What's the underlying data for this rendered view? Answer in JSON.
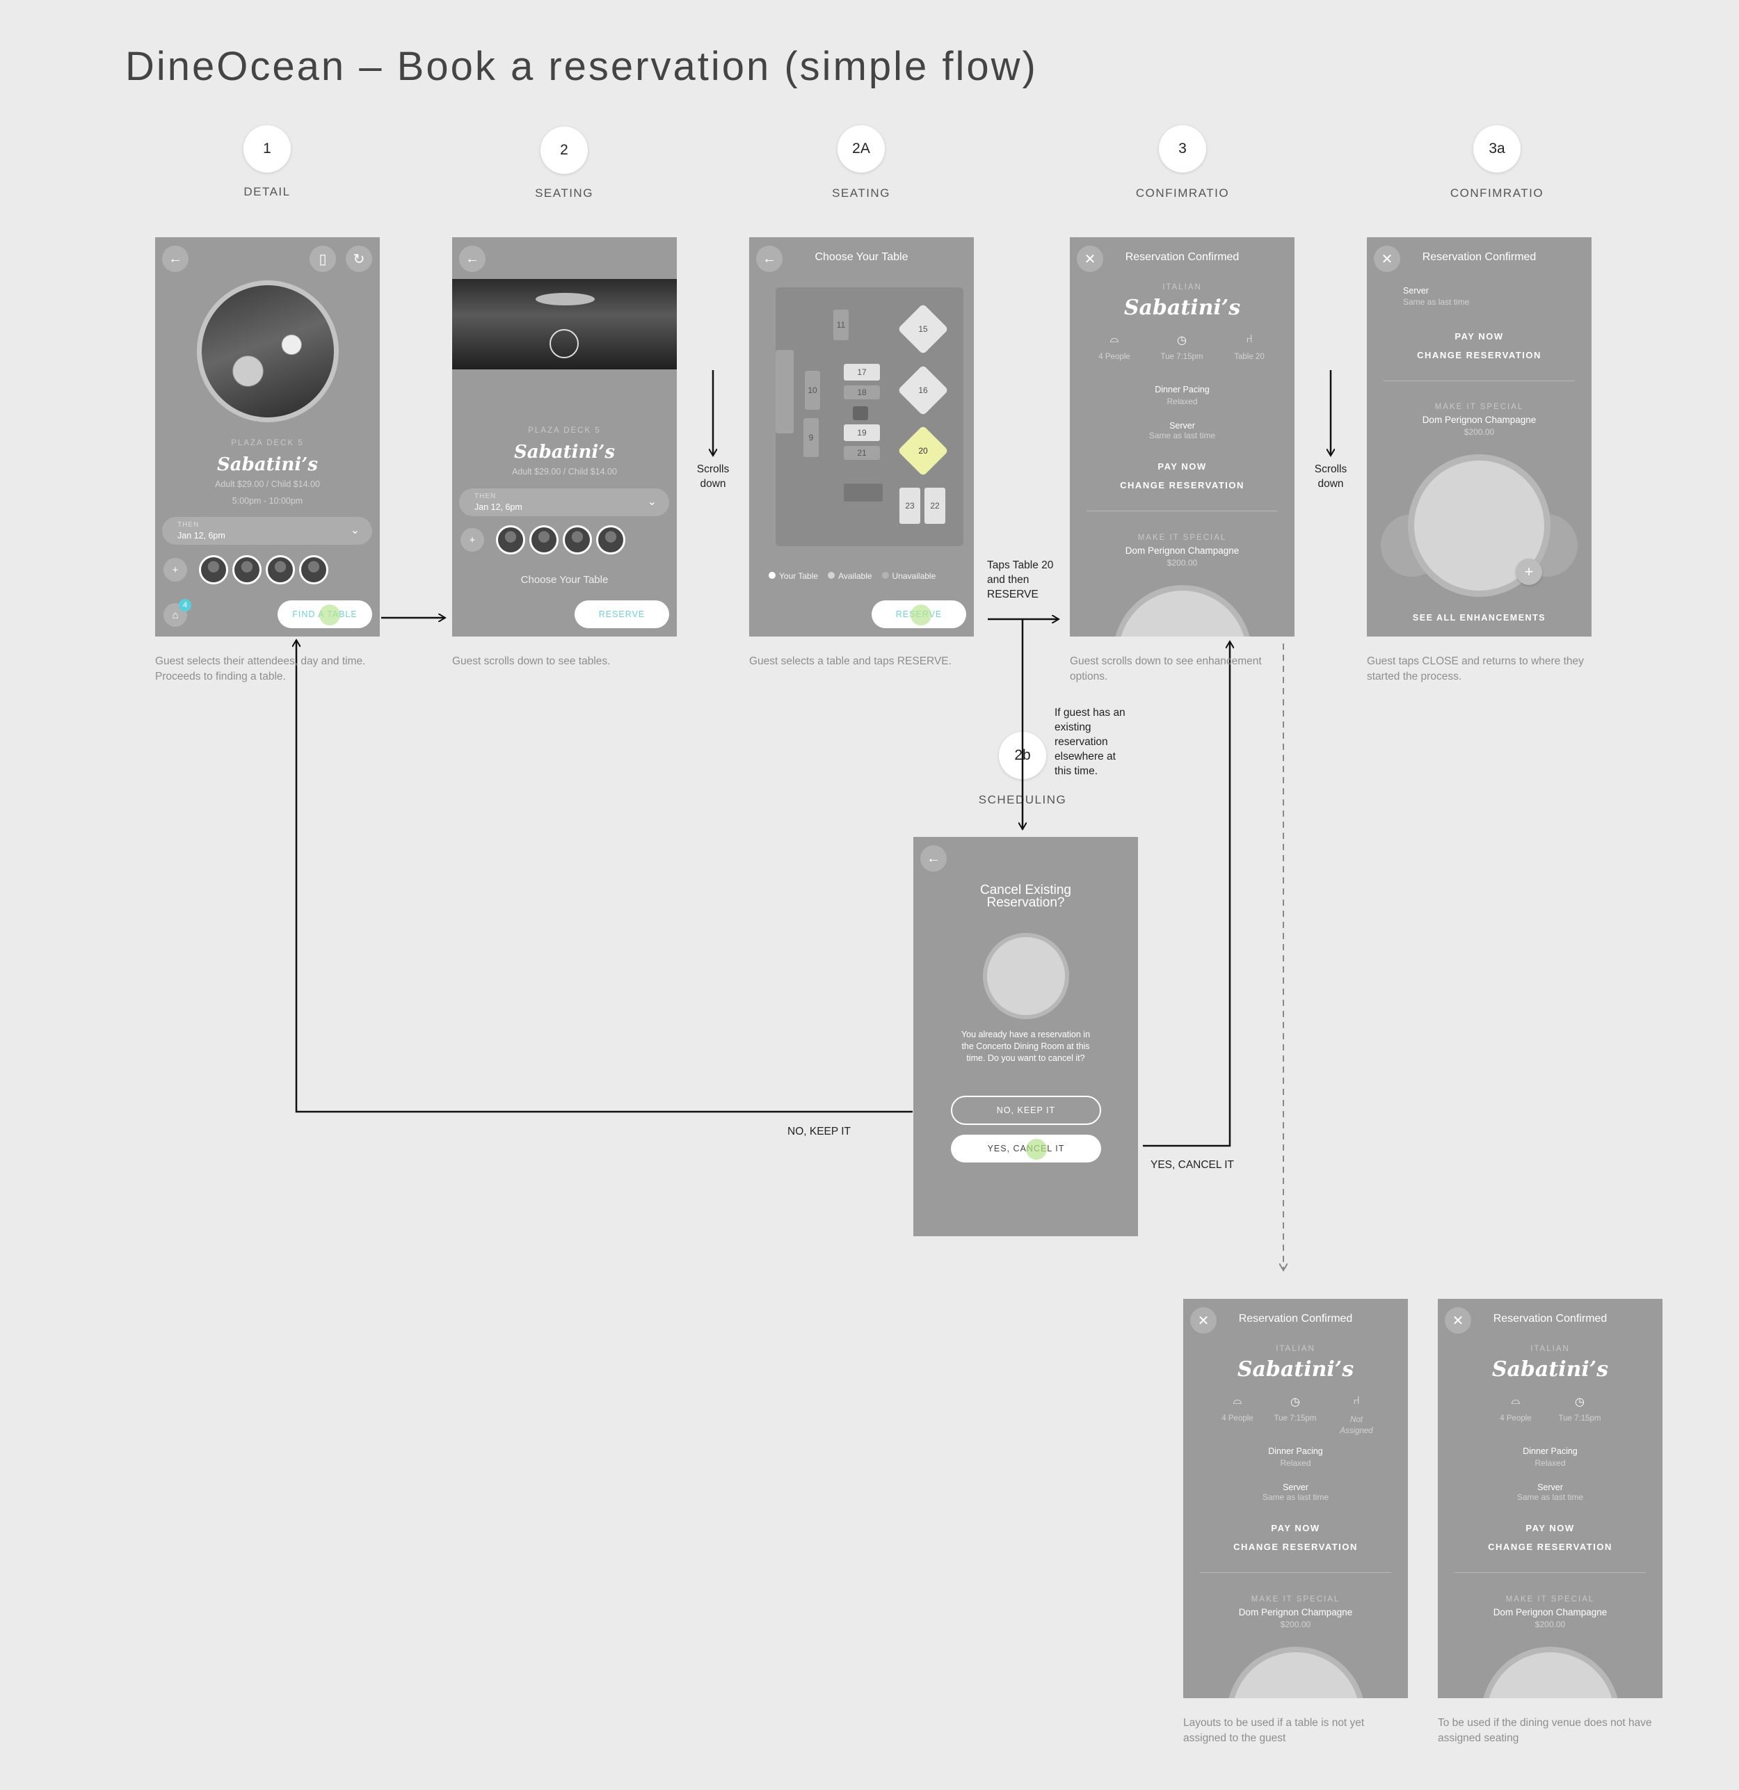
{
  "title": "DineOcean – Book a reservation (simple flow)",
  "steps": [
    {
      "num": "1",
      "label": "DETAIL"
    },
    {
      "num": "2",
      "label": "SEATING"
    },
    {
      "num": "2A",
      "label": "SEATING"
    },
    {
      "num": "3",
      "label": "CONFIMRATIO"
    },
    {
      "num": "3a",
      "label": "CONFIMRATIO"
    },
    {
      "num": "2b",
      "label": "SCHEDULING"
    }
  ],
  "s1": {
    "deck": "PLAZA DECK 5",
    "venue": "Sabatini’s",
    "price": "Adult $29.00 / Child $14.00",
    "hours": "5:00pm - 10:00pm",
    "when_label": "THEN",
    "when_value": "Jan 12, 6pm",
    "cta": "FIND A TABLE",
    "cart_badge": "4",
    "caption": [
      "Guest selects their attendees, day and time.",
      "Proceeds to finding a table."
    ]
  },
  "s2": {
    "deck": "PLAZA DECK 5",
    "venue": "Sabatini’s",
    "price": "Adult $29.00 / Child $14.00",
    "when_label": "THEN",
    "when_value": "Jan 12, 6pm",
    "section": "Choose Your Table",
    "cta": "RESERVE",
    "caption": [
      "Guest scrolls down to see tables."
    ]
  },
  "s2a": {
    "header": "Choose Your Table",
    "tables": [
      "11",
      "17",
      "18",
      "19",
      "21",
      "10",
      "9",
      "15",
      "16",
      "20",
      "23",
      "22"
    ],
    "legend": [
      "Your Table",
      "Available",
      "Unavailable"
    ],
    "cta": "RESERVE",
    "caption": [
      "Guest selects a table and taps RESERVE."
    ]
  },
  "s3": {
    "header": "Reservation Confirmed",
    "cuisine": "ITALIAN",
    "venue": "Sabatini’s",
    "info": [
      "4 People",
      "Tue 7:15pm",
      "Table 20"
    ],
    "pacing_label": "Dinner Pacing",
    "pacing_value": "Relaxed",
    "server_label": "Server",
    "server_value": "Same as last time",
    "pay": "PAY NOW",
    "change": "CHANGE RESERVATION",
    "special": "MAKE IT SPECIAL",
    "item": "Dom Perignon Champagne",
    "item_price": "$200.00",
    "caption": [
      "Guest scrolls down to see enhancement",
      "options."
    ]
  },
  "s3a": {
    "header": "Reservation Confirmed",
    "server_label": "Server",
    "server_value": "Same as last time",
    "pay": "PAY NOW",
    "change": "CHANGE RESERVATION",
    "special": "MAKE IT SPECIAL",
    "item": "Dom Perignon Champagne",
    "item_price": "$200.00",
    "see_all": "SEE ALL ENHANCEMENTS",
    "caption": [
      "Guest taps CLOSE and returns to where they",
      "started the process."
    ]
  },
  "s2b": {
    "heading": [
      "Cancel Existing",
      "Reservation?"
    ],
    "body": [
      "You already have a reservation in",
      "the Concerto Dining Room at this",
      "time. Do you want to cancel it?"
    ],
    "no": "NO, KEEP IT",
    "yes": "YES, CANCEL IT"
  },
  "v1": {
    "header": "Reservation Confirmed",
    "cuisine": "ITALIAN",
    "venue": "Sabatini’s",
    "info": [
      "4 People",
      "Tue 7:15pm",
      "Not",
      "Assigned"
    ],
    "pacing_label": "Dinner Pacing",
    "pacing_value": "Relaxed",
    "server_label": "Server",
    "server_value": "Same as last time",
    "pay": "PAY NOW",
    "change": "CHANGE RESERVATION",
    "special": "MAKE IT SPECIAL",
    "item": "Dom Perignon Champagne",
    "item_price": "$200.00",
    "caption": [
      "Layouts to be used if a table is not yet",
      "assigned to the guest"
    ]
  },
  "v2": {
    "header": "Reservation Confirmed",
    "cuisine": "ITALIAN",
    "venue": "Sabatini’s",
    "info": [
      "4 People",
      "Tue 7:15pm"
    ],
    "pacing_label": "Dinner Pacing",
    "pacing_value": "Relaxed",
    "server_label": "Server",
    "server_value": "Same as last time",
    "pay": "PAY NOW",
    "change": "CHANGE RESERVATION",
    "special": "MAKE IT SPECIAL",
    "item": "Dom Perignon Champagne",
    "item_price": "$200.00",
    "caption": [
      "To be used if the dining venue does not have",
      "assigned seating"
    ]
  },
  "notes": {
    "scrolls1": [
      "Scrolls",
      "down"
    ],
    "scrolls2": [
      "Scrolls",
      "down"
    ],
    "taps": [
      "Taps Table 20",
      "and then",
      "RESERVE"
    ],
    "existing": [
      "If guest has an",
      "existing",
      "reservation",
      "elsewhere at",
      "this time."
    ],
    "no_keep": "NO, KEEP IT",
    "yes_cancel": "YES, CANCEL IT"
  },
  "colors": {
    "background": "#ebebeb",
    "screen": "#9b9b9b",
    "accent": "#6fd3da",
    "tap": "#b5e48c",
    "selected_table": "#eef2a8"
  }
}
